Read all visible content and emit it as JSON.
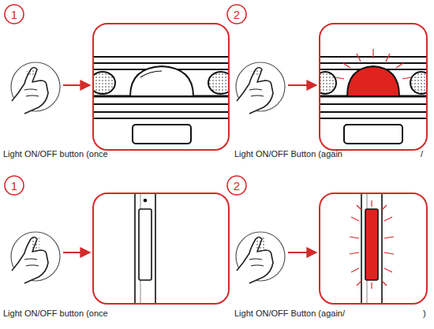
{
  "diagram": {
    "labels": [
      "1",
      "2",
      "Light ON/OFF button (once",
      "Light ON/OFF Button (again",
      "/",
      "1",
      "2",
      "Light ON/OFF button (once",
      "Light ON/OFF Button (again/",
      ")"
    ]
  }
}
